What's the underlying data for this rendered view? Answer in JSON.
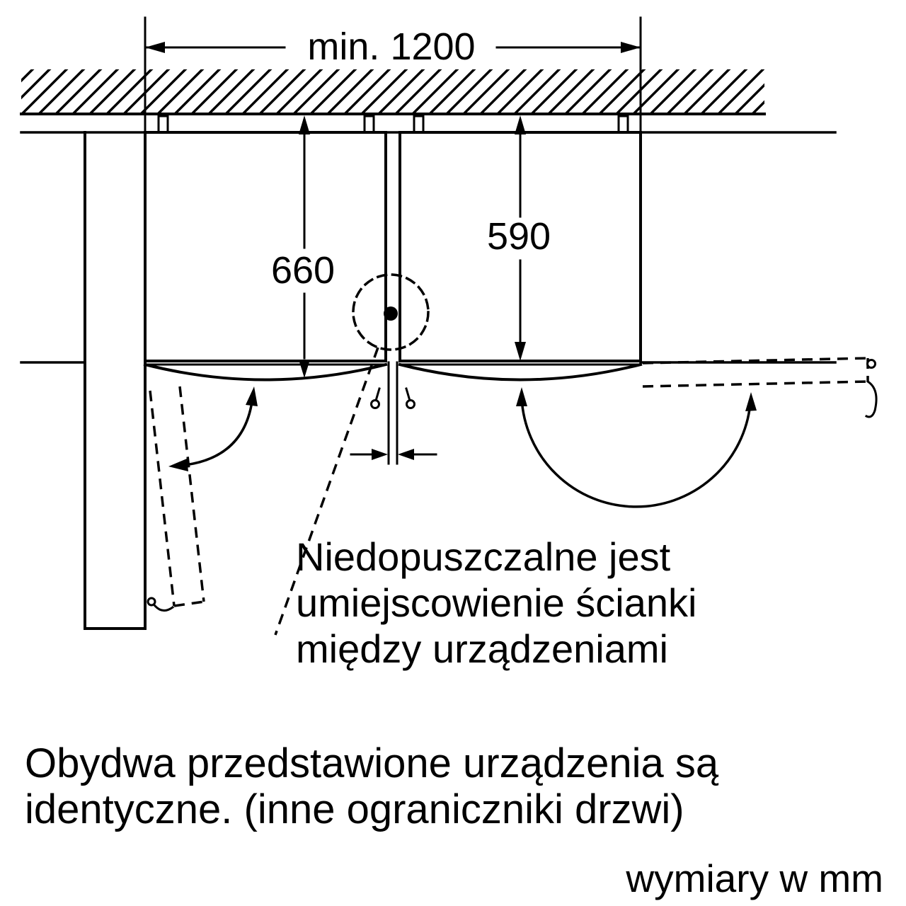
{
  "diagram": {
    "dimensions": {
      "width_min_label": "min. 1200",
      "depth_total_label": "660",
      "depth_cabinet_label": "590"
    },
    "note": {
      "line1": "Niedopuszczalne jest",
      "line2": "umiejscowienie ścianki",
      "line3": "między urządzeniami"
    },
    "caption": {
      "line1": "Obydwa przedstawione urządzenia są",
      "line2": "identyczne. (inne ograniczniki drzwi)"
    },
    "units_label": "wymiary w mm",
    "colors": {
      "line": "#000000",
      "background": "#ffffff"
    }
  }
}
